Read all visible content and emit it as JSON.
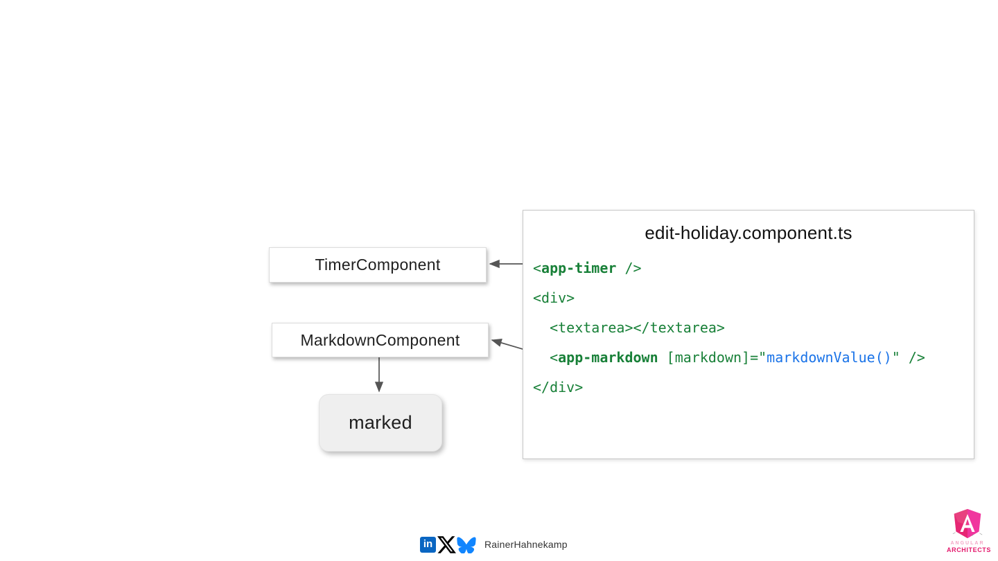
{
  "colors": {
    "code_green": "#188038",
    "code_blue": "#1a73e8",
    "arrow_gray": "#555555",
    "linkedin_blue": "#0a66c2",
    "bluesky_blue": "#1185fe",
    "brand_pink": "#e4186c"
  },
  "diagram": {
    "nodes": [
      {
        "id": "timer",
        "label": "TimerComponent"
      },
      {
        "id": "markdown",
        "label": "MarkdownComponent"
      },
      {
        "id": "marked",
        "label": "marked"
      }
    ],
    "code_panel": {
      "title": "edit-holiday.component.ts",
      "lines": [
        [
          {
            "t": "<",
            "c": "g"
          },
          {
            "t": "app-timer",
            "c": "gb"
          },
          {
            "t": " />",
            "c": "g"
          }
        ],
        [
          {
            "t": "<div>",
            "c": "g"
          }
        ],
        [
          {
            "t": "  <textarea></textarea>",
            "c": "g"
          }
        ],
        [
          {
            "t": "  <",
            "c": "g"
          },
          {
            "t": "app-markdown",
            "c": "gb"
          },
          {
            "t": " [markdown]=\"",
            "c": "g"
          },
          {
            "t": "markdownValue()",
            "c": "b"
          },
          {
            "t": "\" />",
            "c": "g"
          }
        ],
        [
          {
            "t": "</div>",
            "c": "g"
          }
        ]
      ]
    }
  },
  "footer": {
    "handle": "RainerHahnekamp",
    "icons": [
      {
        "name": "linkedin-icon",
        "label": "in"
      },
      {
        "name": "x-icon"
      },
      {
        "name": "bluesky-icon"
      }
    ]
  },
  "brand": {
    "line1": "ANGULAR",
    "line2": "ARCHITECTS"
  }
}
